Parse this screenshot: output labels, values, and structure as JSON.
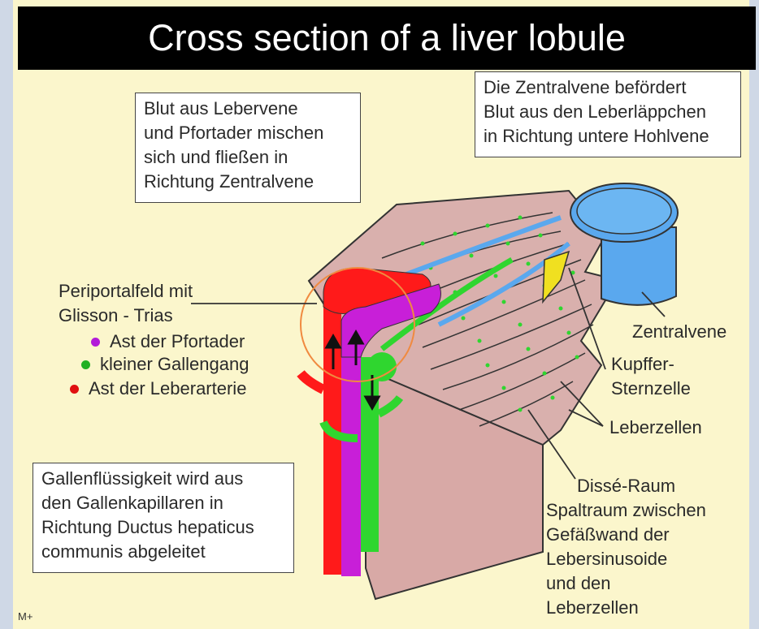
{
  "title": "Cross section of a liver lobule",
  "box_mixing": [
    "Blut aus Lebervene",
    "und Pfortader mischen",
    "sich und fließen in",
    "Richtung Zentralvene"
  ],
  "box_central": [
    "Die Zentralvene befördert",
    "Blut aus den Leberläppchen",
    "in Richtung untere Hohlvene"
  ],
  "box_bile": [
    "Gallenflüssigkeit wird aus",
    "den Gallenkapillaren in",
    "Richtung Ductus hepaticus",
    "communis abgeleitet"
  ],
  "periportal": [
    "Periportalfeld mit",
    "Glisson - Trias"
  ],
  "legend": [
    {
      "label": "Ast der Pfortader",
      "color": "#b21ad8"
    },
    {
      "label": "kleiner Gallengang",
      "color": "#22b022"
    },
    {
      "label": "Ast der Leberarterie",
      "color": "#e01010"
    }
  ],
  "labels": {
    "zentralvene": "Zentralvene",
    "kupffer": [
      "Kupffer-",
      "Sternzelle"
    ],
    "leberzellen": "Leberzellen",
    "disse": [
      "Dissé-Raum",
      "Spaltraum zwischen",
      "Gefäßwand der",
      "Lebersinusoide",
      "und den",
      "Leberzellen"
    ]
  },
  "corner_mark": "M+",
  "colors": {
    "artery": "#ff1a1a",
    "portal_vein": "#c81fd8",
    "bile_duct": "#2fd62f",
    "central_vein": "#5aa8ee",
    "tissue": "#d8a9a6",
    "background": "#fbf6cc"
  }
}
